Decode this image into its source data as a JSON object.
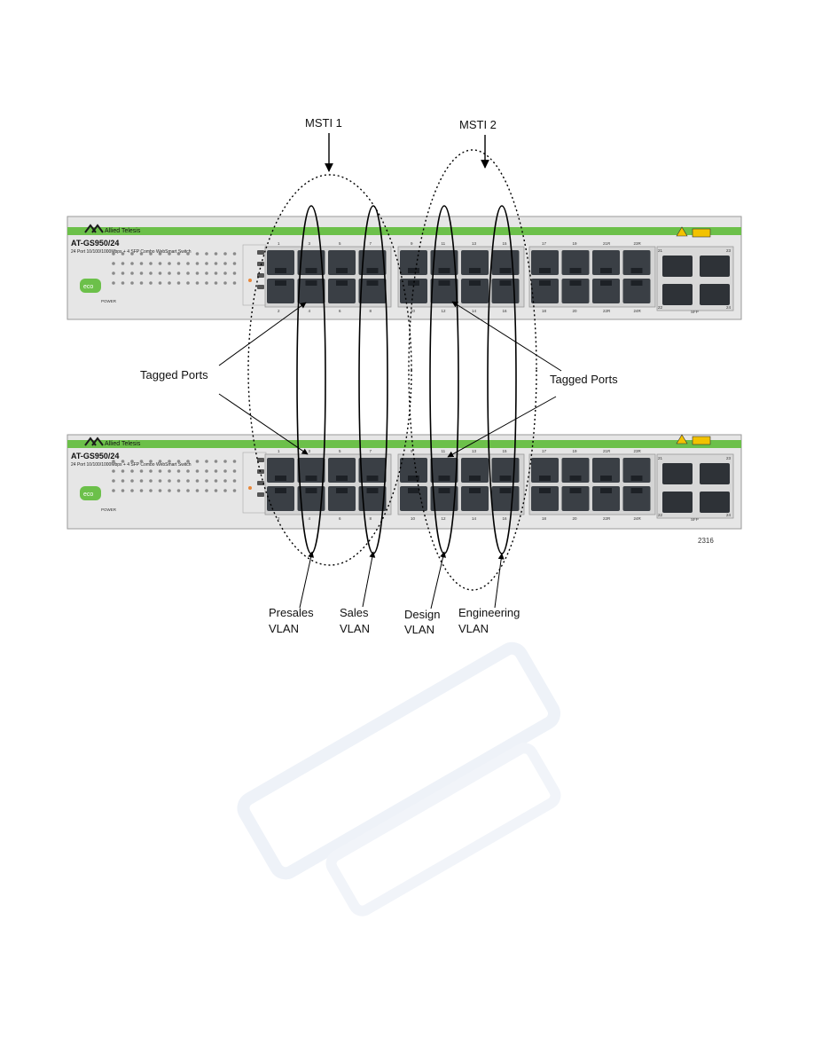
{
  "msti_labels": [
    "MSTI 1",
    "MSTI 2"
  ],
  "tagged_ports_label": "Tagged Ports",
  "switches": [
    {
      "brand": "Allied Telesis",
      "model": "AT-GS950/24",
      "subtitle": "24 Port 10/100/1000Mbps + 4 SFP Combo WebSmart Switch",
      "eco_label": "eco",
      "power_label": "POWER"
    },
    {
      "brand": "Allied Telesis",
      "model": "AT-GS950/24",
      "subtitle": "24 Port 10/100/1000Mbps + 4 SFP Combo WebSmart Switch",
      "eco_label": "eco",
      "power_label": "POWER"
    }
  ],
  "port_top_numbers": [
    "1",
    "3",
    "5",
    "7",
    "9",
    "11",
    "13",
    "15",
    "17",
    "19",
    "21R",
    "23R"
  ],
  "port_bottom_numbers": [
    "2",
    "4",
    "6",
    "8",
    "10",
    "12",
    "14",
    "16",
    "18",
    "20",
    "22R",
    "24R"
  ],
  "sfp": {
    "label": "SFP",
    "numbers": [
      "21",
      "23",
      "22",
      "24"
    ]
  },
  "vlans": [
    {
      "name": "Presales",
      "suffix": "VLAN"
    },
    {
      "name": "Sales",
      "suffix": "VLAN"
    },
    {
      "name": "Design",
      "suffix": "VLAN"
    },
    {
      "name": "Engineering",
      "suffix": "VLAN"
    }
  ],
  "figure_number": "2316",
  "colors": {
    "accent_green": "#6cc04a",
    "chassis": "#e6e6e6",
    "port": "#3a3f45"
  }
}
